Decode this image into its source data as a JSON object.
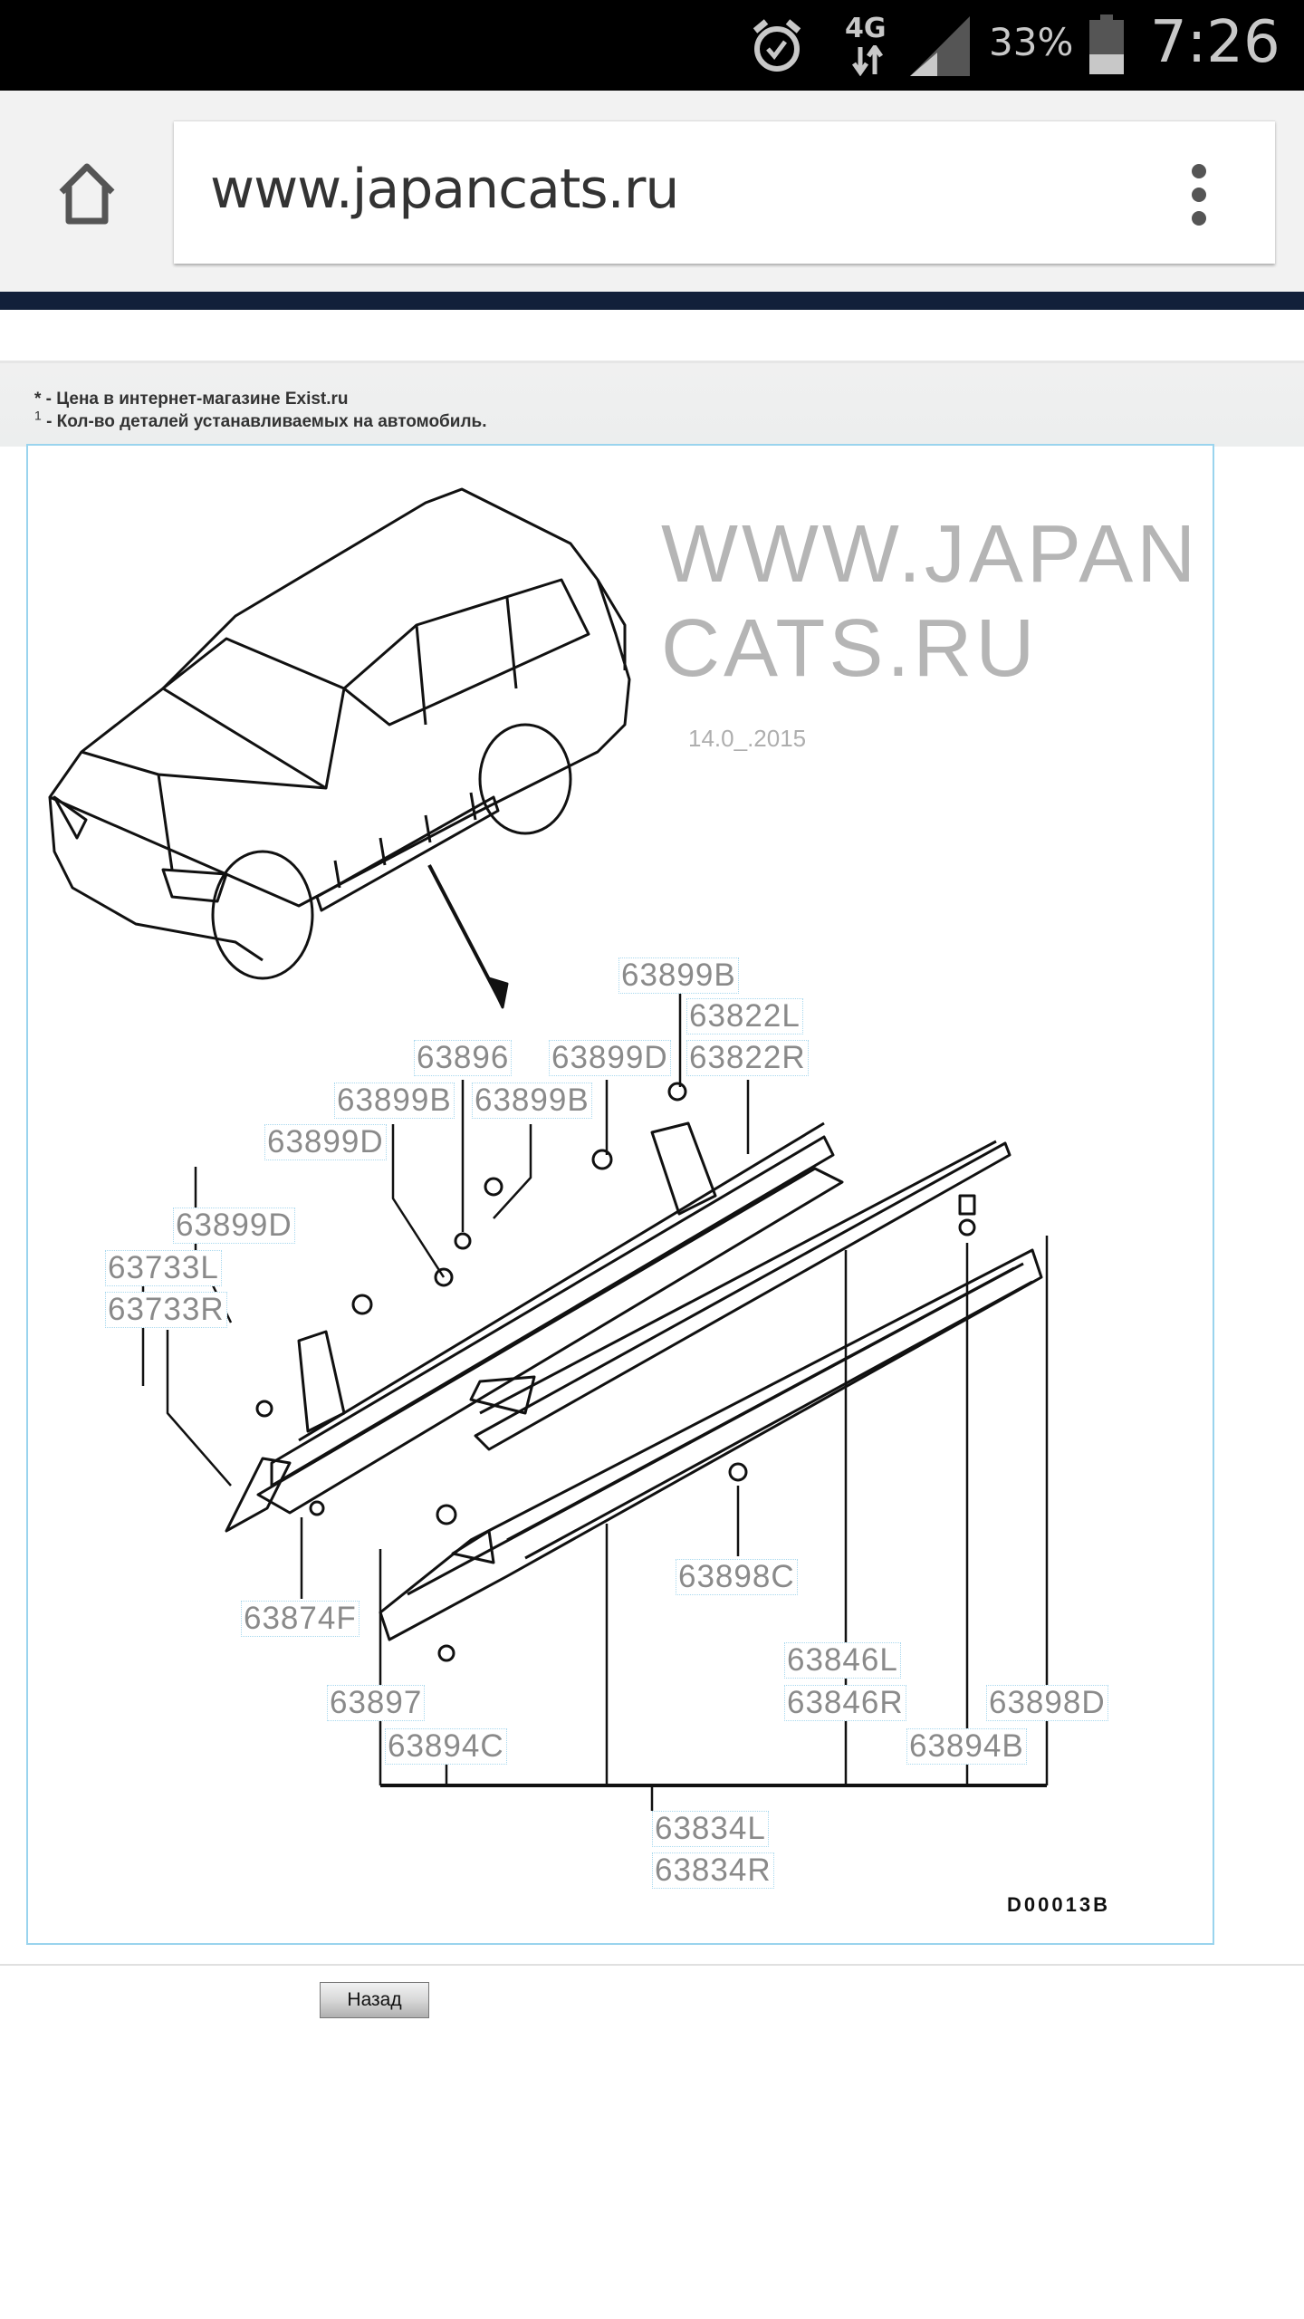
{
  "status_bar": {
    "network": "4G",
    "battery": "33%",
    "battery_level": 0.33,
    "time": "7:26"
  },
  "browser": {
    "url": "www.japancats.ru"
  },
  "notes": {
    "price": "* - Цена в интернет-магазине Exist.ru",
    "qty_mark": "1",
    "qty": " - Кол-во деталей устанавливаемых на автомобиль."
  },
  "diagram": {
    "watermark": "WWW.JAPANCATS.RU",
    "watermark_date": "14.0_.2015",
    "code": "D00013B",
    "labels": [
      "63899B",
      "63822L",
      "63822R",
      "63896",
      "63899D",
      "63899B",
      "63899B",
      "63899D",
      "63899D",
      "63733L",
      "63733R",
      "63874F",
      "63898C",
      "63897",
      "63894C",
      "63846L",
      "63846R",
      "63898D",
      "63894B",
      "63834L",
      "63834R"
    ]
  },
  "back_button": "Назад"
}
